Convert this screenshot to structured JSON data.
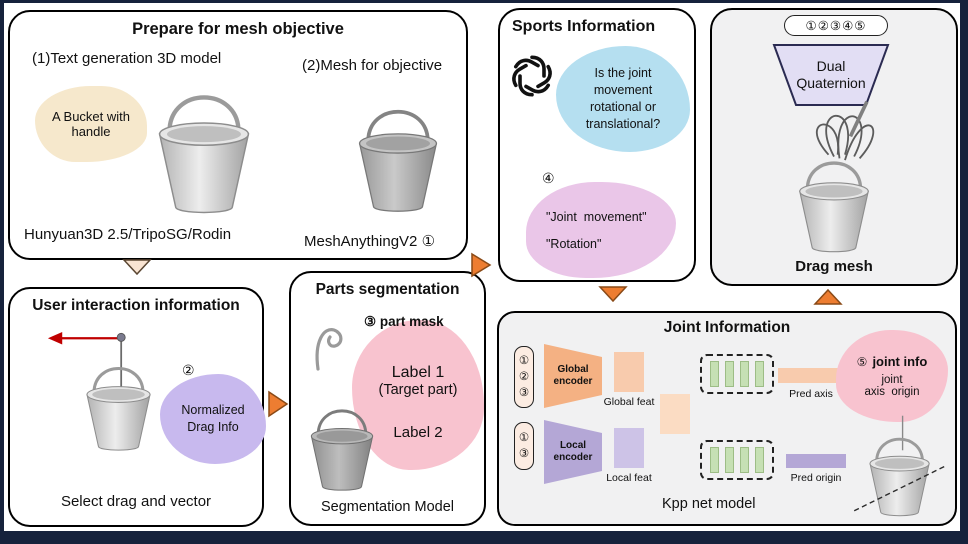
{
  "panels": {
    "prepare": {
      "title": "Prepare for mesh objective",
      "step1": "(1)Text generation 3D model",
      "step2": "(2)Mesh for objective",
      "prompt": "A Bucket with handle",
      "models": "Hunyuan3D 2.5/TripoSG/Rodin",
      "mesh_model": "MeshAnythingV2  ①"
    },
    "sports": {
      "title": "Sports Information",
      "question": "Is the joint movement rotational or translational?",
      "marker": "④",
      "answer1": "\"Joint  movement\"",
      "answer2": "\"Rotation\""
    },
    "drag": {
      "pill": "①②③④⑤",
      "block_line1": "Dual",
      "block_line2": "Quaternion",
      "caption": "Drag mesh"
    },
    "user": {
      "title": "User interaction information",
      "marker": "②",
      "blob": "Normalized Drag Info",
      "caption": "Select drag and vector"
    },
    "parts": {
      "title": "Parts segmentation",
      "mask_label": "③ part mask",
      "label1": "Label 1",
      "label1_sub": "(Target part)",
      "label2": "Label 2",
      "caption": "Segmentation Model"
    },
    "joint": {
      "title": "Joint Information",
      "pill_top": [
        "①",
        "②",
        "③"
      ],
      "pill_bottom": [
        "①",
        "③"
      ],
      "global_encoder": "Global encoder",
      "local_encoder": "Local encoder",
      "global_feat": "Global feat",
      "local_feat": "Local feat",
      "pred_axis": "Pred axis",
      "pred_origin": "Pred origin",
      "marker": "⑤",
      "blob_title": "joint info",
      "blob_line1": "joint",
      "blob_line2": "axis  origin",
      "caption": "Kpp net model"
    }
  },
  "colors": {
    "arrow_orange": "#ED7D31",
    "arrow_cream": "#F9E4D2",
    "panel_gray": "#F1F1F2",
    "blob_beige": "#F6E8CC",
    "blob_blue": "#B5DFF0",
    "blob_pink_sports": "#EAC6E8",
    "blob_purple": "#C8B9EE",
    "blob_pink_label": "#F8C3CF",
    "dual_quaternion_fill": "#E2DEF4",
    "global_encoder_fill": "#F4B183",
    "local_encoder_fill": "#B4A7D6",
    "feat_peach": "#F8CBAD",
    "feat_purple": "#CDC3E7",
    "green_stripe": "#C6E0B4"
  }
}
